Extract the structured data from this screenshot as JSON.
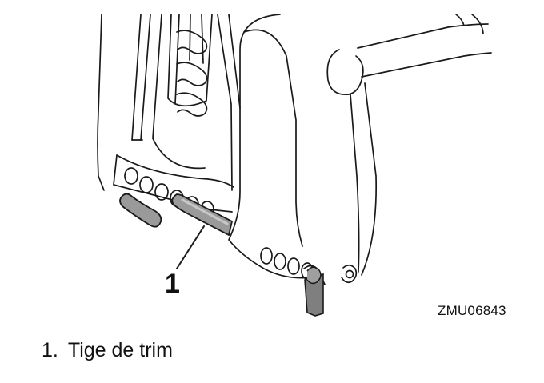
{
  "figure": {
    "callout_number": "1",
    "reference_code": "ZMU06843"
  },
  "legend": {
    "items": [
      {
        "number": "1.",
        "label": "Tige de trim"
      }
    ]
  }
}
